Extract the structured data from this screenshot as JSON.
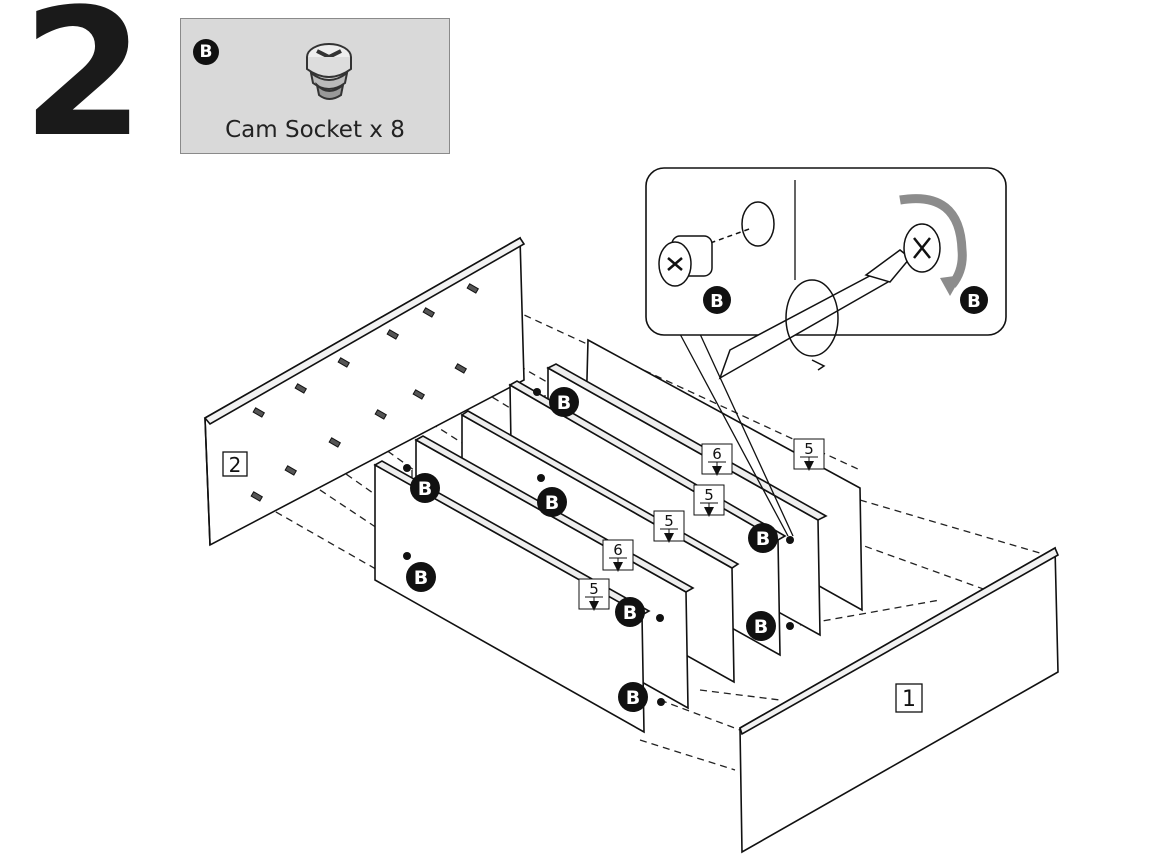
{
  "step": {
    "number": "2"
  },
  "parts": {
    "badge": "B",
    "label": "Cam Socket x 8",
    "icon": "cam-socket-icon"
  },
  "panels": {
    "left_side": "2",
    "right_side": "1"
  },
  "hole_labels": [
    "6",
    "5",
    "5",
    "5",
    "6",
    "5"
  ],
  "callout_badge": "B",
  "colors": {
    "ink": "#111111",
    "parts_bg": "#d9d9d9",
    "arrow_gray": "#8c8c8c"
  }
}
